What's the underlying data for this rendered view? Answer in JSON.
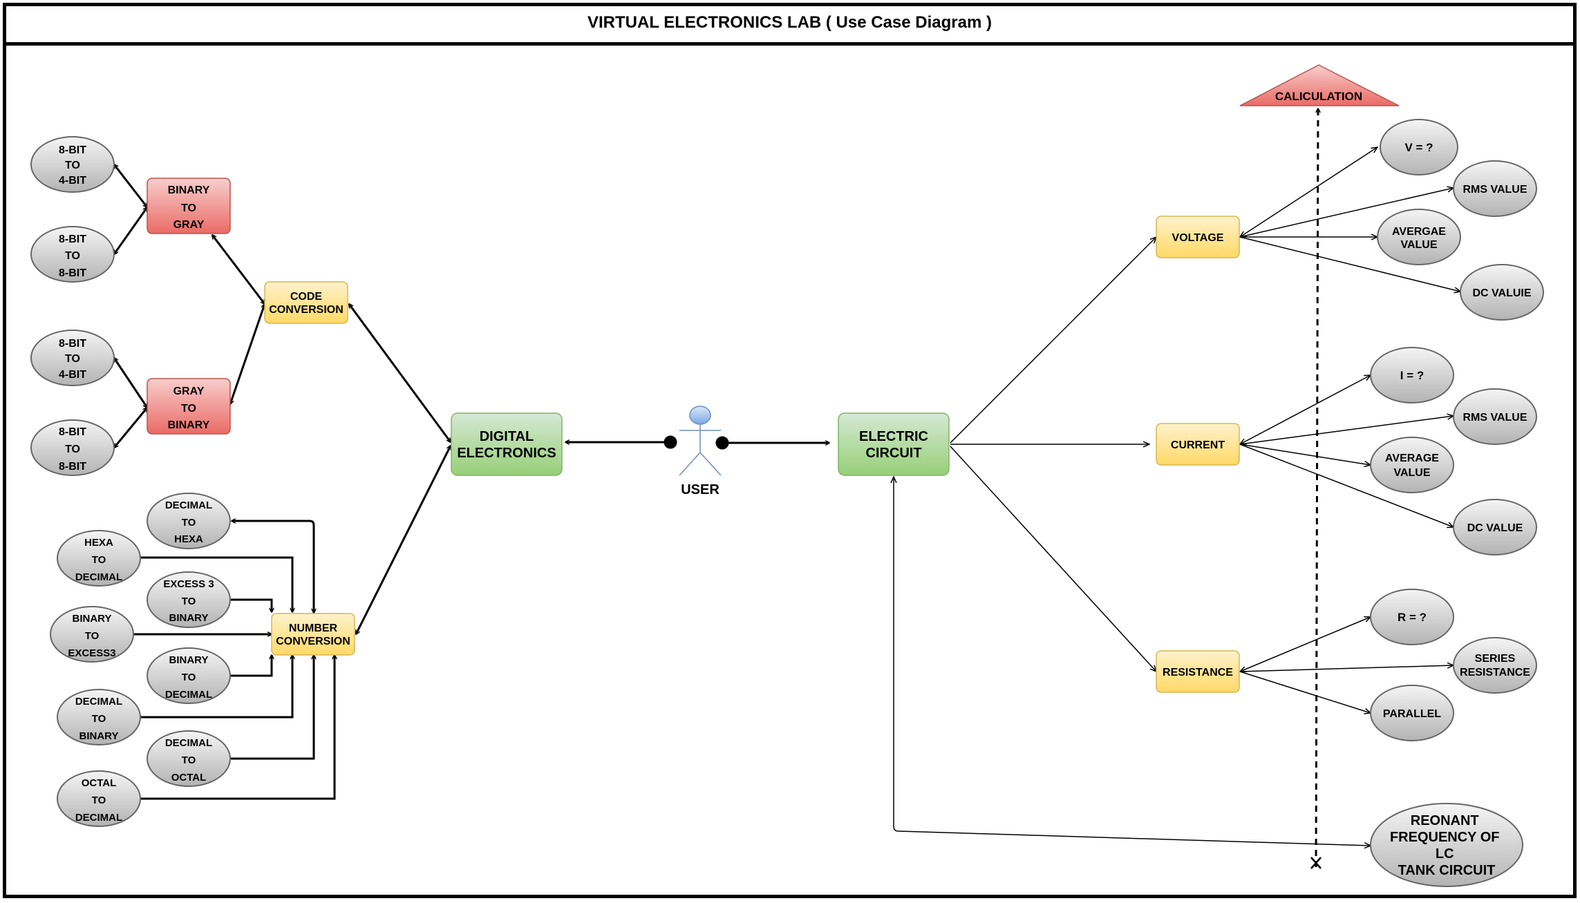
{
  "title": "VIRTUAL ELECTRONICS LAB ( Use Case Diagram )",
  "actor": {
    "label": "USER"
  },
  "digital": {
    "hub": [
      "DIGITAL",
      "ELECTRONICS"
    ],
    "code_conversion": [
      "CODE",
      "CONVERSION"
    ],
    "binary_to_gray": [
      "BINARY",
      "TO",
      "GRAY"
    ],
    "gray_to_binary": [
      "GRAY",
      "TO",
      "BINARY"
    ],
    "b2g_8bit_to_4bit": [
      "8-BIT",
      "TO",
      "4-BIT"
    ],
    "b2g_8bit_to_8bit": [
      "8-BIT",
      "TO",
      "8-BIT"
    ],
    "g2b_8bit_to_4bit": [
      "8-BIT",
      "TO",
      "4-BIT"
    ],
    "g2b_8bit_to_8bit": [
      "8-BIT",
      "TO",
      "8-BIT"
    ],
    "number_conversion": [
      "NUMBER",
      "CONVERSION"
    ],
    "decimal_to_hexa": [
      "DECIMAL",
      "TO",
      "HEXA"
    ],
    "hexa_to_decimal": [
      "HEXA",
      "TO",
      "DECIMAL"
    ],
    "excess3_to_binary": [
      "EXCESS 3",
      "TO",
      "BINARY"
    ],
    "binary_to_excess3": [
      "BINARY",
      "TO",
      "EXCESS3"
    ],
    "binary_to_decimal": [
      "BINARY",
      "TO",
      "DECIMAL"
    ],
    "decimal_to_binary": [
      "DECIMAL",
      "TO",
      "BINARY"
    ],
    "decimal_to_octal": [
      "DECIMAL",
      "TO",
      "OCTAL"
    ],
    "octal_to_decimal": [
      "OCTAL",
      "TO",
      "DECIMAL"
    ]
  },
  "electric": {
    "hub": [
      "ELECTRIC",
      "CIRCUIT"
    ],
    "calculation": "CALICULATION",
    "voltage": "VOLTAGE",
    "v_unknown": "V = ?",
    "v_rms": "RMS VALUE",
    "v_average": [
      "AVERGAE",
      "VALUE"
    ],
    "v_dc": "DC VALUIE",
    "current": "CURRENT",
    "i_unknown": "I = ?",
    "i_rms": "RMS VALUE",
    "i_average": [
      "AVERAGE",
      "VALUE"
    ],
    "i_dc": "DC VALUE",
    "resistance": "RESISTANCE",
    "r_unknown": "R = ?",
    "r_series": [
      "SERIES",
      "RESISTANCE"
    ],
    "r_parallel": "PARALLEL",
    "resonant": [
      "REONANT",
      "FREQUENCY OF",
      "LC",
      "TANK CIRCUIT"
    ]
  },
  "colors": {
    "green_top": "#d5e8d4",
    "green_bottom": "#97d077",
    "green_stroke": "#82b366",
    "red_top": "#f8cecc",
    "red_bottom": "#ea6b66",
    "red_stroke": "#b85450",
    "yellow_top": "#fff2cc",
    "yellow_bottom": "#ffd966",
    "yellow_stroke": "#d6b656",
    "gray_top": "#f5f5f5",
    "gray_bottom": "#b3b3b3",
    "gray_stroke": "#666666",
    "actor_fill": "#6d8ee0",
    "actor_stroke": "#6c8ebf"
  }
}
